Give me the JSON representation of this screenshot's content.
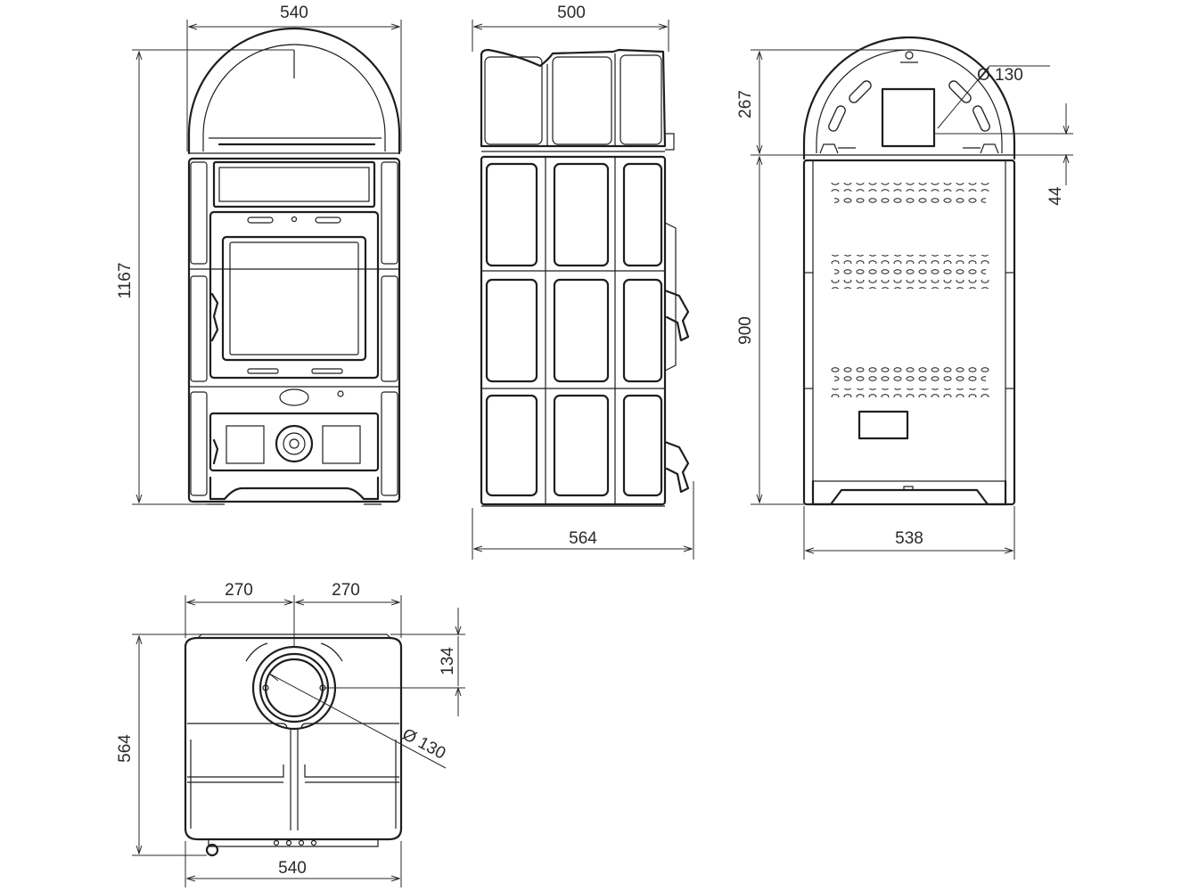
{
  "dimensions": {
    "front_width": "540",
    "front_height": "1167",
    "side_depth_top": "500",
    "side_depth_bottom": "564",
    "rear_flue_diameter": "Ø 130",
    "rear_top_height": "267",
    "rear_flue_offset": "44",
    "rear_body_height": "900",
    "rear_width": "538",
    "top_half_left": "270",
    "top_half_right": "270",
    "top_flue_offset": "134",
    "top_flue_diameter": "Ø 130",
    "top_depth": "564",
    "top_width": "540"
  }
}
